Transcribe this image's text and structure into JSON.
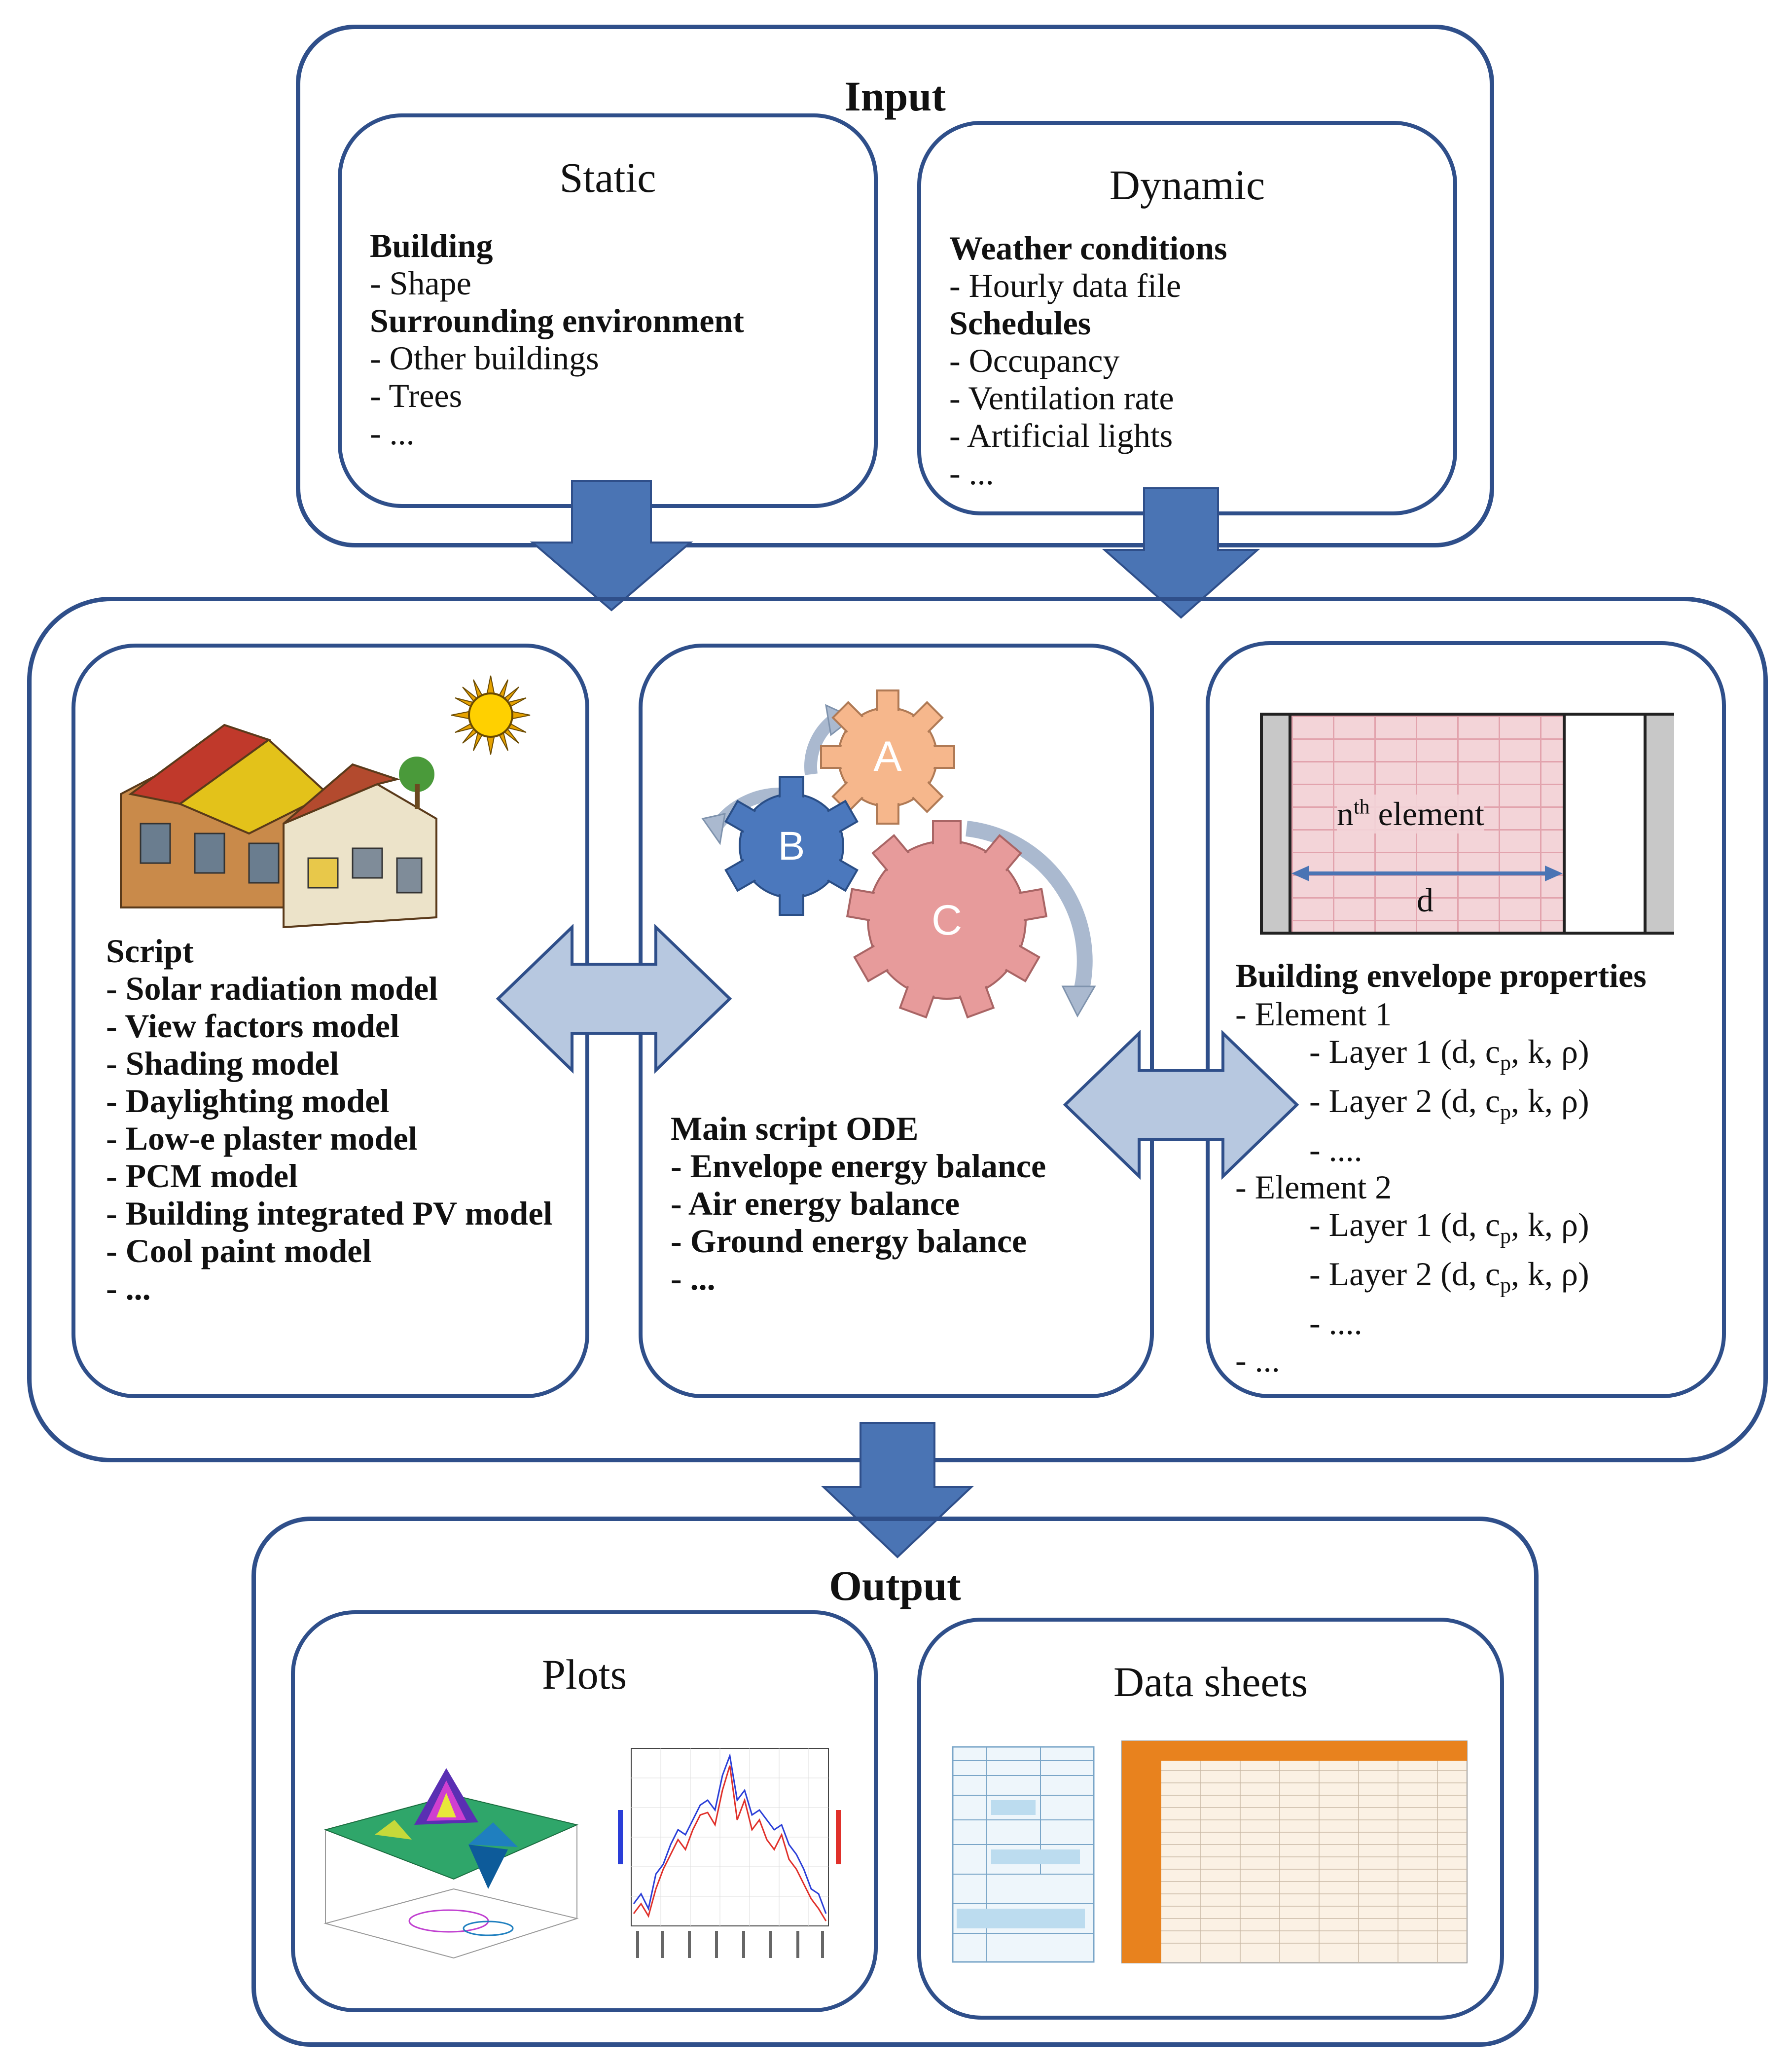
{
  "input": {
    "title": "Input",
    "static": {
      "title": "Static",
      "lines": [
        {
          "text": "Building",
          "bold": true
        },
        {
          "text": "- Shape"
        },
        {
          "text": "Surrounding environment",
          "bold": true
        },
        {
          "text": "- Other buildings"
        },
        {
          "text": "- Trees"
        },
        {
          "text": "- ..."
        }
      ]
    },
    "dynamic": {
      "title": "Dynamic",
      "lines": [
        {
          "text": "Weather conditions",
          "bold": true
        },
        {
          "text": "- Hourly data file"
        },
        {
          "text": "Schedules",
          "bold": true
        },
        {
          "text": "- Occupancy"
        },
        {
          "text": "- Ventilation rate"
        },
        {
          "text": "- Artificial lights"
        },
        {
          "text": "- ..."
        }
      ]
    }
  },
  "script": {
    "title": "Script",
    "items": [
      "- Solar radiation model",
      "- View factors model",
      "- Shading model",
      "- Daylighting model",
      "- Low-e plaster model",
      "- PCM model",
      "- Building integrated PV model",
      "- Cool paint model",
      "- ..."
    ]
  },
  "main_script": {
    "title": "Main script ODE",
    "items": [
      "- Envelope energy balance",
      "- Air energy balance",
      "- Ground energy balance",
      "- ..."
    ],
    "gears": {
      "a": "A",
      "b": "B",
      "c": "C"
    }
  },
  "envelope": {
    "element_label": "n",
    "element_sup": "th",
    "element_rest": " element",
    "thickness_label": "d",
    "title": "Building envelope properties",
    "element1": "- Element 1",
    "element2": "- Element 2",
    "layer1": "- Layer 1 (d, c",
    "layer2": "- Layer 2 (d, c",
    "sub_p": "p",
    "layer_tail": ", k, ρ)",
    "dots": "- ....",
    "end": "- ..."
  },
  "output": {
    "title": "Output",
    "plots": {
      "title": "Plots"
    },
    "data_sheets": {
      "title": "Data sheets"
    }
  },
  "colors": {
    "border": "#2f4f8a",
    "arrow_dark": "#4a74b4",
    "arrow_light": "#b7c8e0",
    "gear_a": "#f6b78c",
    "gear_b": "#4b78bd",
    "gear_c": "#e79b9b",
    "brick": "#f3d4d8"
  }
}
